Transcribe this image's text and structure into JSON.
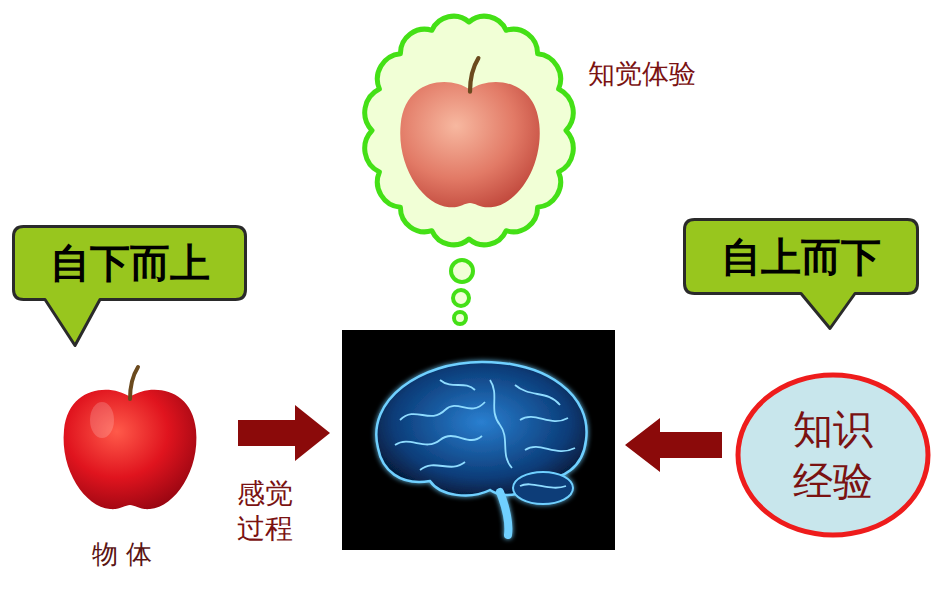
{
  "diagram": {
    "nodes": [
      {
        "text": [
          "知觉体验"
        ]
      },
      {
        "text": [
          "自下而上"
        ]
      },
      {
        "text": [
          "自上而下"
        ]
      },
      {
        "text": [
          "知识 经验"
        ]
      }
    ],
    "labels": [
      "物 体",
      "感觉 过程"
    ]
  }
}
